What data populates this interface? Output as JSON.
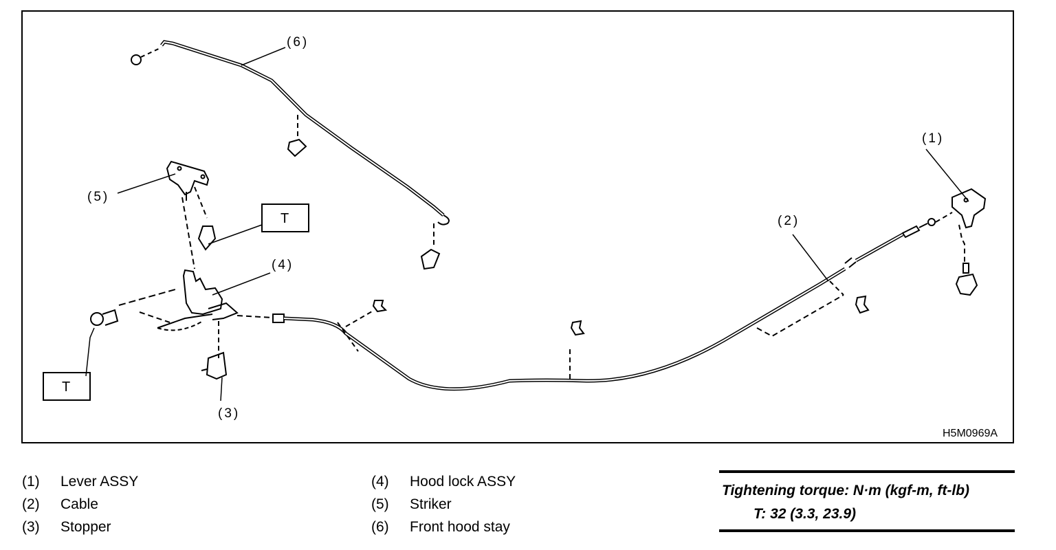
{
  "diagram": {
    "figure_id": "H5M0969A",
    "callouts": [
      "(1)",
      "(2)",
      "(3)",
      "(4)",
      "(5)",
      "(6)"
    ],
    "torque_mark": "T"
  },
  "legend": {
    "left": [
      {
        "num": "(1)",
        "label": "Lever ASSY"
      },
      {
        "num": "(2)",
        "label": "Cable"
      },
      {
        "num": "(3)",
        "label": "Stopper"
      }
    ],
    "right": [
      {
        "num": "(4)",
        "label": "Hood lock ASSY"
      },
      {
        "num": "(5)",
        "label": "Striker"
      },
      {
        "num": "(6)",
        "label": "Front hood stay"
      }
    ]
  },
  "torque": {
    "title": "Tightening torque: N·m (kgf-m, ft-lb)",
    "value": "T: 32 (3.3, 23.9)"
  }
}
